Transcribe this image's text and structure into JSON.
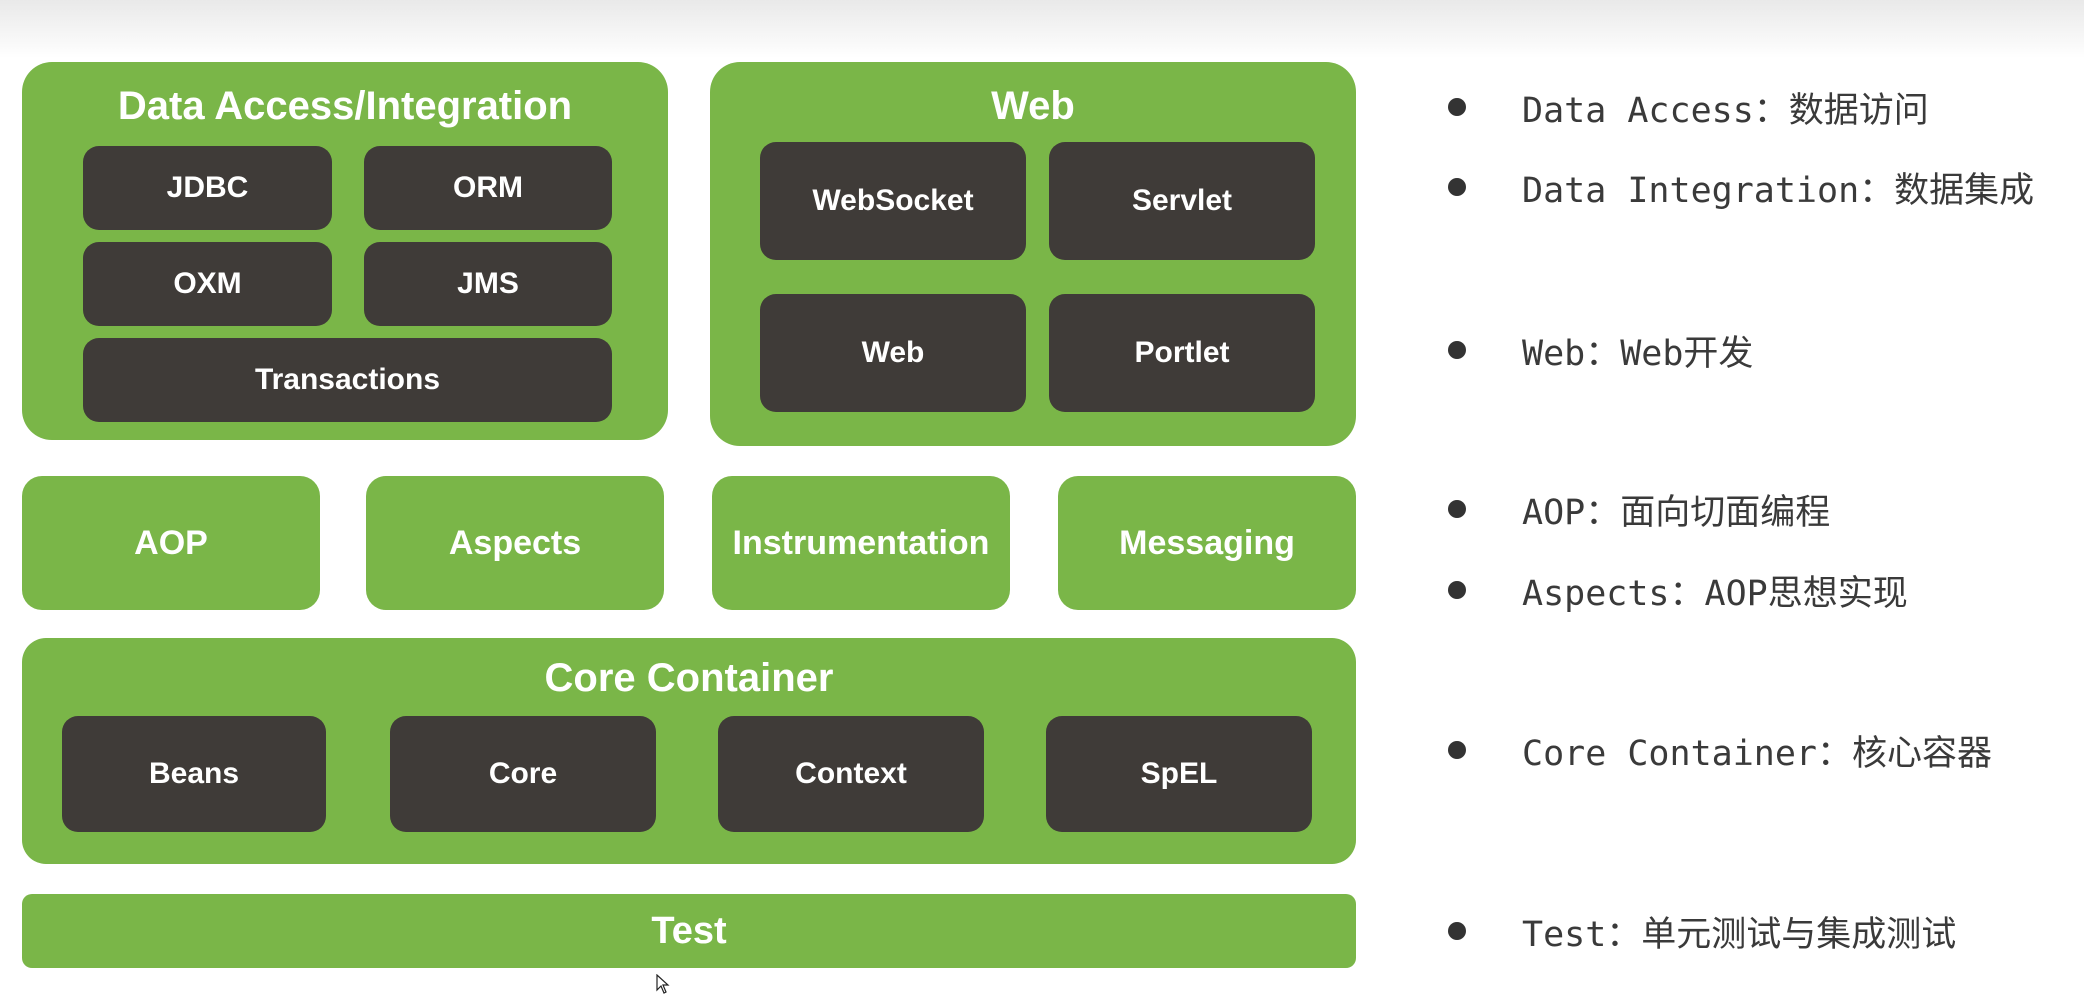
{
  "diagram": {
    "data_access": {
      "title": "Data Access/Integration",
      "modules": [
        "JDBC",
        "ORM",
        "OXM",
        "JMS",
        "Transactions"
      ]
    },
    "web": {
      "title": "Web",
      "modules": [
        "WebSocket",
        "Servlet",
        "Web",
        "Portlet"
      ]
    },
    "middle_row": [
      "AOP",
      "Aspects",
      "Instrumentation",
      "Messaging"
    ],
    "core_container": {
      "title": "Core Container",
      "modules": [
        "Beans",
        "Core",
        "Context",
        "SpEL"
      ]
    },
    "test": {
      "title": "Test"
    }
  },
  "notes": [
    "Data Access：数据访问",
    "Data Integration：数据集成",
    "Web：Web开发",
    "AOP：面向切面编程",
    "Aspects：AOP思想实现",
    "Core Container：核心容器",
    "Test：单元测试与集成测试"
  ],
  "colors": {
    "module_green": "#7ab648",
    "module_dark": "#3f3b38",
    "text_white": "#ffffff",
    "note_text": "#3a3a3a"
  }
}
